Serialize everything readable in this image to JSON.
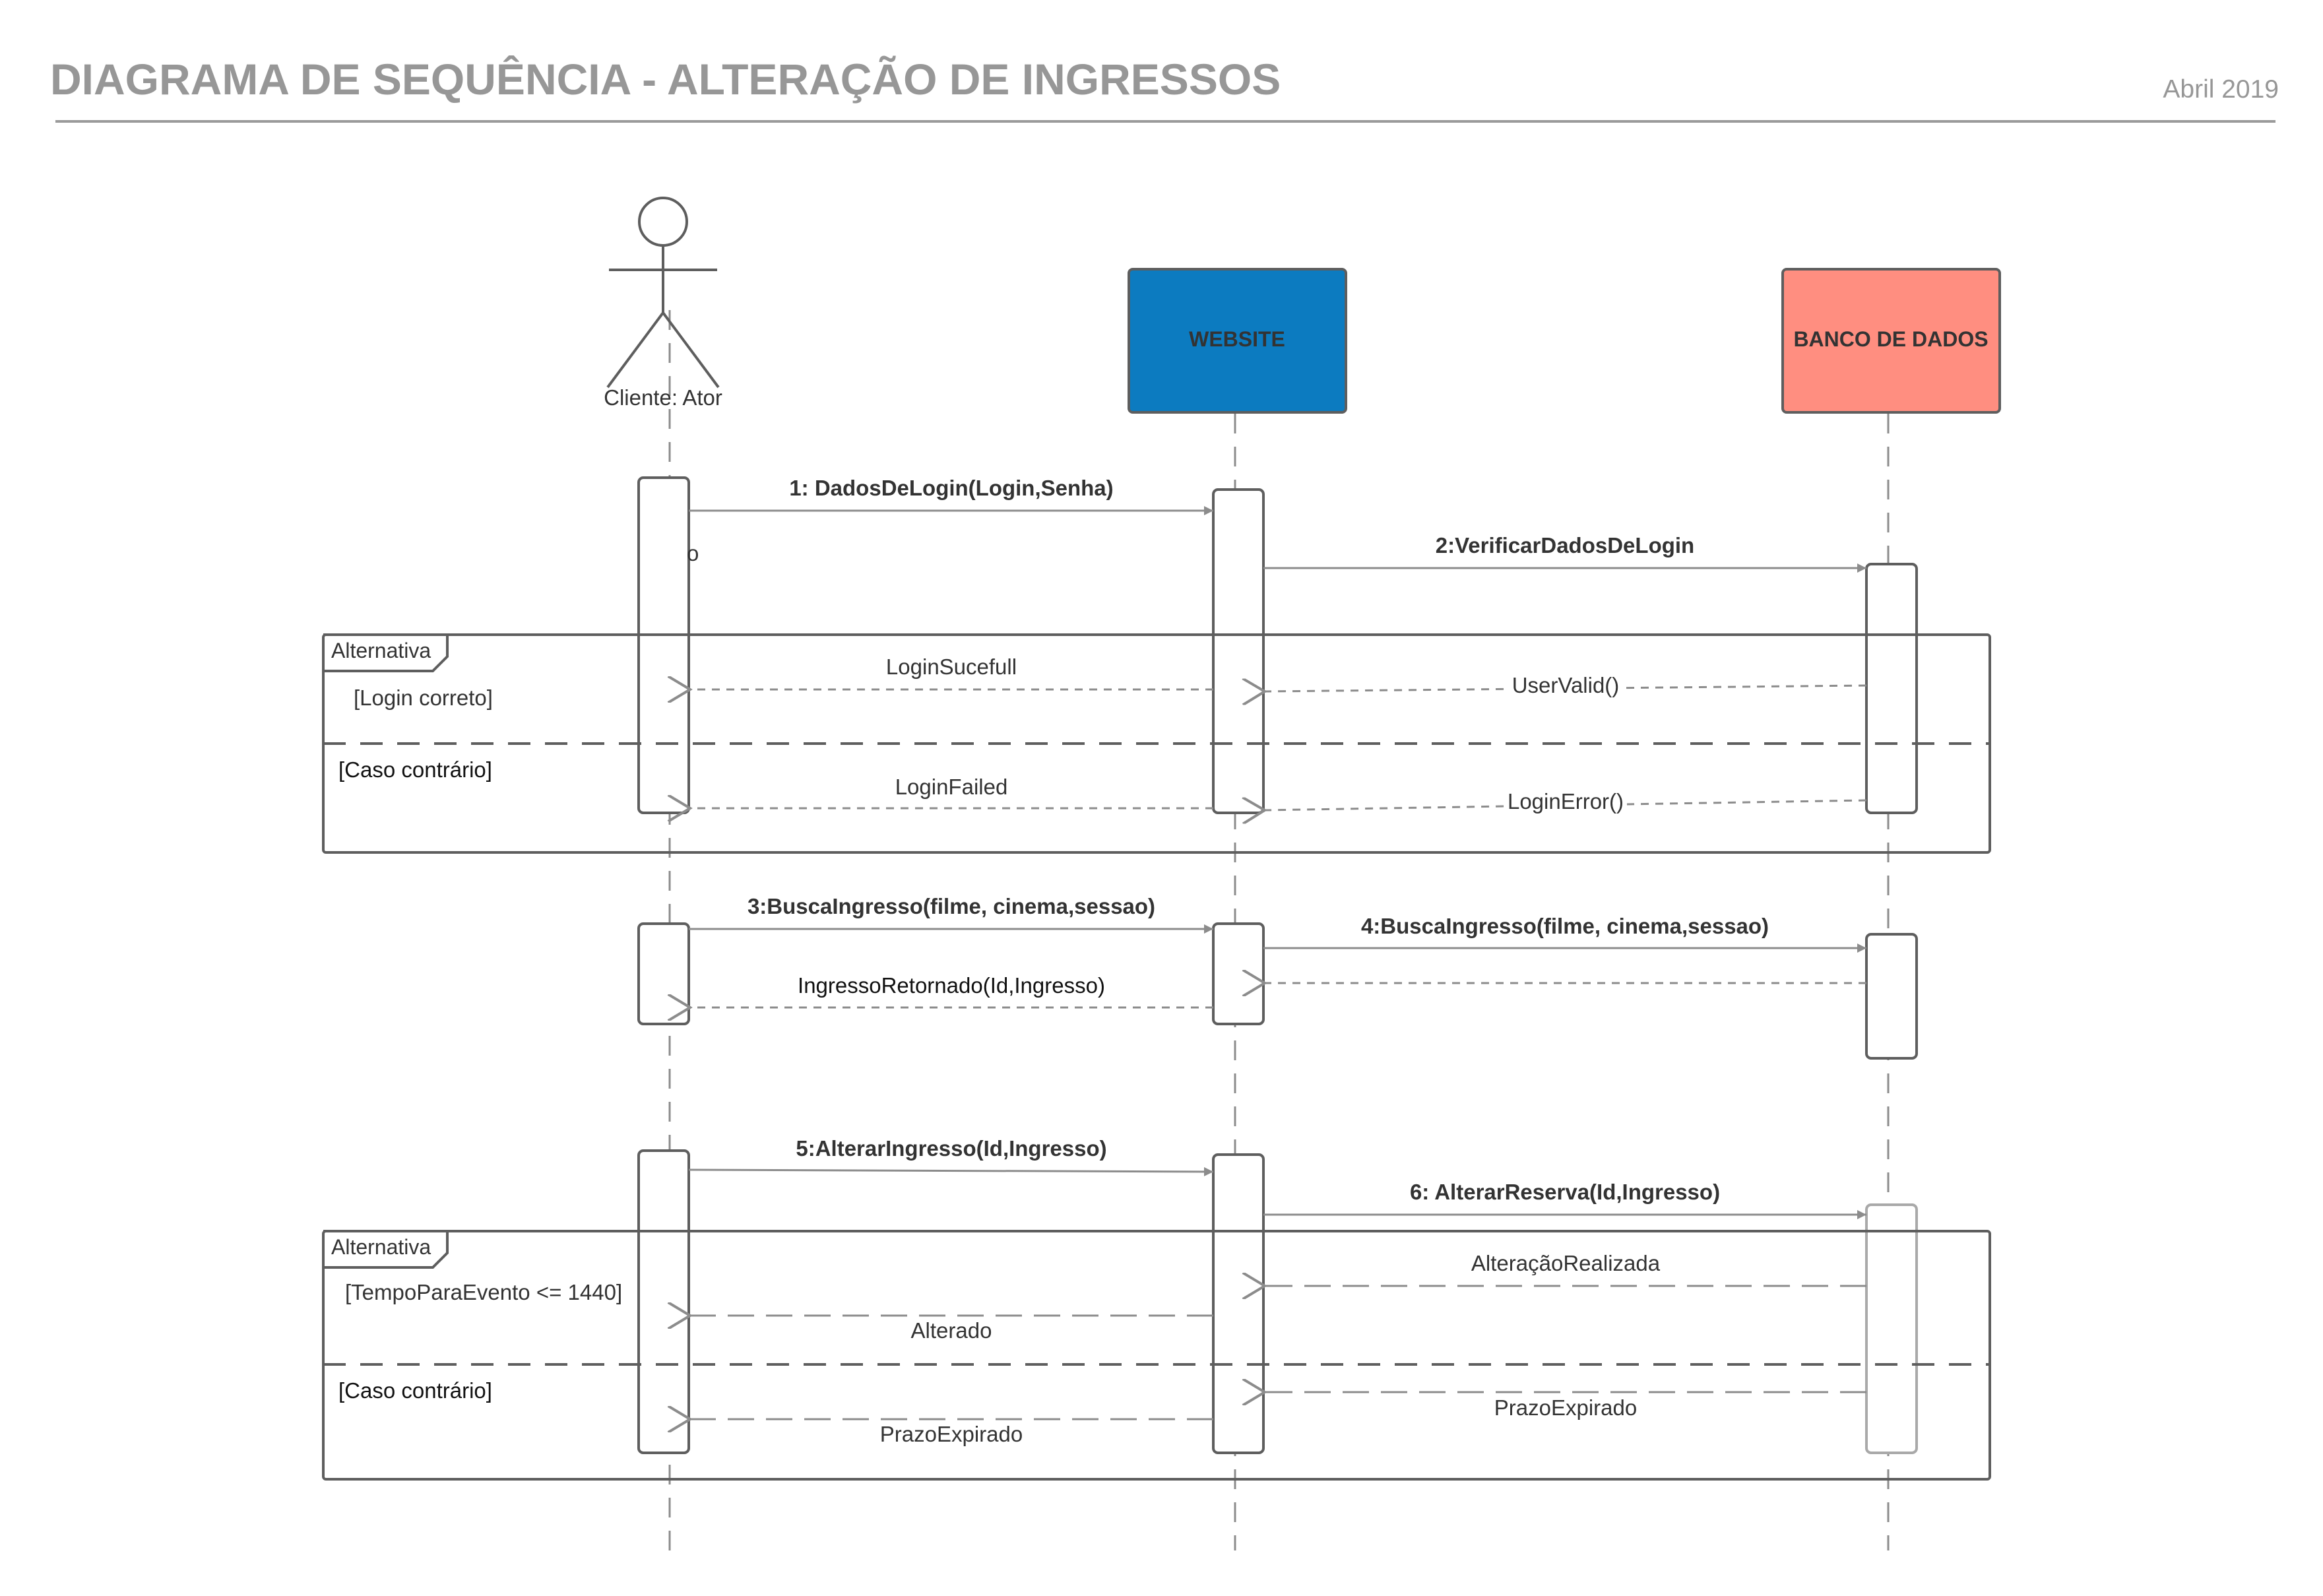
{
  "header": {
    "title": "DIAGRAMA DE SEQUÊNCIA - ALTERAÇÃO DE INGRESSOS",
    "date": "Abril 2019"
  },
  "colors": {
    "text_gray": "#979797",
    "line_gray": "#8c8c8c",
    "box_border": "#5e5e5e",
    "website_fill": "#0c7bc0",
    "database_fill": "#ff8e80"
  },
  "participants": {
    "actor": {
      "label": "Cliente: Ator",
      "icon": "stick-figure-icon"
    },
    "website": {
      "label": "WEBSITE"
    },
    "database": {
      "label": "BANCO DE DADOS"
    }
  },
  "fragments": {
    "alt1": {
      "tag": "Alternativa",
      "guard1": "[Login correto]",
      "guard2": "[Caso contrário]"
    },
    "alt2": {
      "tag": "Alternativa",
      "guard1": "[TempoParaEvento <= 1440]",
      "guard2": "[Caso contrário]"
    }
  },
  "messages": {
    "m1": "1: DadosDeLogin(Login,Senha)",
    "m2": "2:VerificarDadosDeLogin",
    "r_login_success": "LoginSucefull",
    "r_user_valid": "UserValid()",
    "r_login_failed": "LoginFailed",
    "r_login_error": "LoginError()",
    "m3": "3:BuscaIngresso(filme, cinema,sessao)",
    "m4": "4:BuscaIngresso(filme, cinema,sessao)",
    "r_ingresso": "IngressoRetornado(Id,Ingresso)",
    "m5": "5:AlterarIngresso(Id,Ingresso)",
    "m6": "6: AlterarReserva(Id,Ingresso)",
    "r_alteracao": "AlteraçãoRealizada",
    "r_alterado": "Alterado",
    "r_prazo_db": "PrazoExpirado",
    "r_prazo_web": "PrazoExpirado",
    "stray_glyph": "o"
  }
}
